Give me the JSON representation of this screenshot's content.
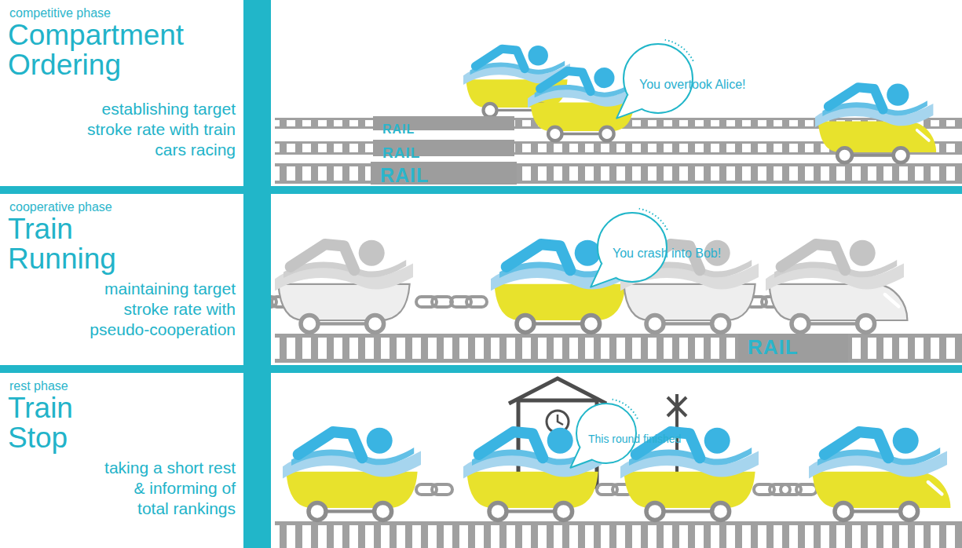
{
  "diagram": {
    "nodes": [
      {
        "text": [
          "competitive phase",
          "Compartment Ordering",
          "establishing target stroke rate with train cars racing"
        ]
      },
      {
        "text": [
          "You overtook Alice!"
        ],
        "in": 0
      },
      {
        "text": [
          "RAIL"
        ],
        "in": 0
      },
      {
        "text": [
          "RAIL"
        ],
        "in": 0
      },
      {
        "text": [
          "RAIL"
        ],
        "in": 0
      },
      {
        "text": [
          "cooperative phase",
          "Train Running",
          "maintaining target stroke rate with pseudo-cooperation"
        ]
      },
      {
        "text": [
          "You crash into Bob!"
        ],
        "in": 5
      },
      {
        "text": [
          "RAIL"
        ],
        "in": 5
      },
      {
        "text": [
          "rest phase",
          "Train Stop",
          "taking a short rest & informing of total rankings"
        ]
      },
      {
        "text": [
          "This round finished"
        ],
        "in": 8
      }
    ]
  }
}
